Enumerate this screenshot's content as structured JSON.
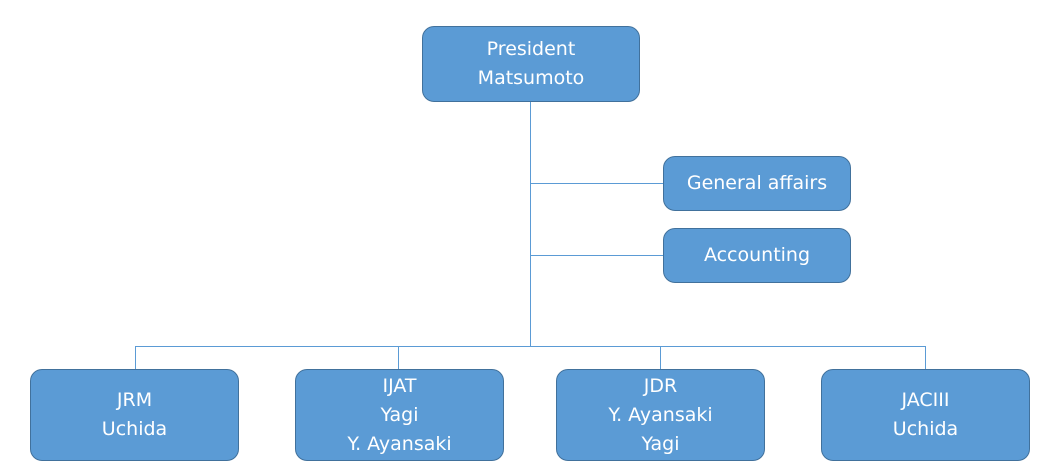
{
  "org_chart": {
    "president": {
      "lines": [
        "President",
        "Matsumoto"
      ]
    },
    "staff": [
      {
        "lines": [
          "General affairs"
        ]
      },
      {
        "lines": [
          "Accounting"
        ]
      }
    ],
    "divisions": [
      {
        "lines": [
          "JRM",
          "Uchida"
        ]
      },
      {
        "lines": [
          "IJAT",
          "Yagi",
          "Y. Ayansaki"
        ]
      },
      {
        "lines": [
          "JDR",
          "Y. Ayansaki",
          "Yagi"
        ]
      },
      {
        "lines": [
          "JACIII",
          "Uchida"
        ]
      }
    ]
  },
  "colors": {
    "box_fill": "#5b9bd5",
    "box_border": "#41719c",
    "connector": "#5b9bd5",
    "text": "#ffffff"
  }
}
